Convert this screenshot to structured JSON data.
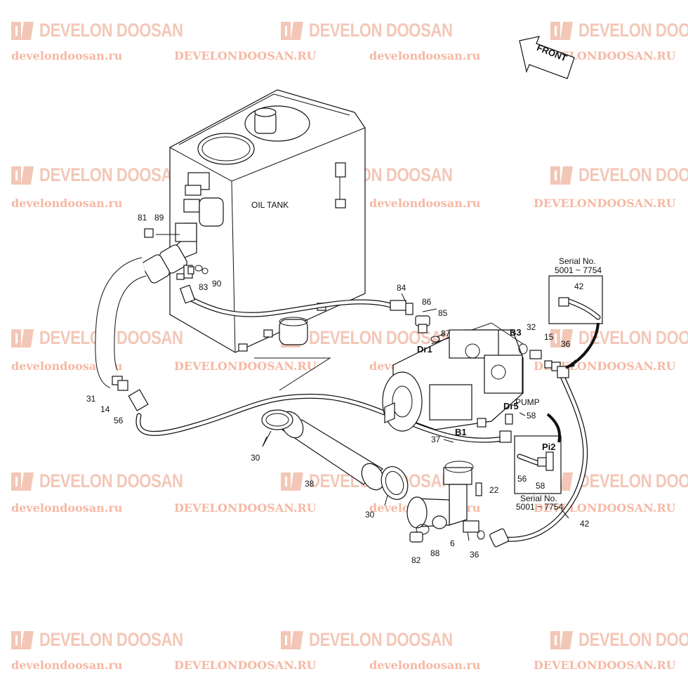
{
  "watermark": {
    "brand": "DEVELON DOOSAN",
    "urls": [
      "develondoosan.ru",
      "DEVELONDOOSAN.RU"
    ],
    "color": "#f3c7b7"
  },
  "diagram": {
    "tank_label": "OIL TANK",
    "pump_label": "PUMP",
    "front_label": "FRONT",
    "serial_top": {
      "line1": "Serial No.",
      "line2": "5001 ~ 7754"
    },
    "serial_bottom": {
      "line1": "Serial No.",
      "line2": "5001 ~ 7754"
    },
    "ports": {
      "dr1": "Dr1",
      "b3": "B3",
      "dr5": "Dr5",
      "b1": "B1",
      "pi2": "Pi2"
    },
    "callouts": {
      "c81": "81",
      "c89": "89",
      "c83": "83",
      "c90": "90",
      "c84": "84",
      "c86": "86",
      "c85": "85",
      "c87": "87",
      "c32": "32",
      "c15": "15",
      "c36a": "36",
      "c42a": "42",
      "c31": "31",
      "c14": "14",
      "c56a": "56",
      "c58a": "58",
      "c30a": "30",
      "c37": "37",
      "c22": "22",
      "c38": "38",
      "c30b": "30",
      "c56b": "56",
      "c58b": "58",
      "c42b": "42",
      "c82": "82",
      "c88": "88",
      "c6": "6",
      "c36b": "36"
    }
  }
}
